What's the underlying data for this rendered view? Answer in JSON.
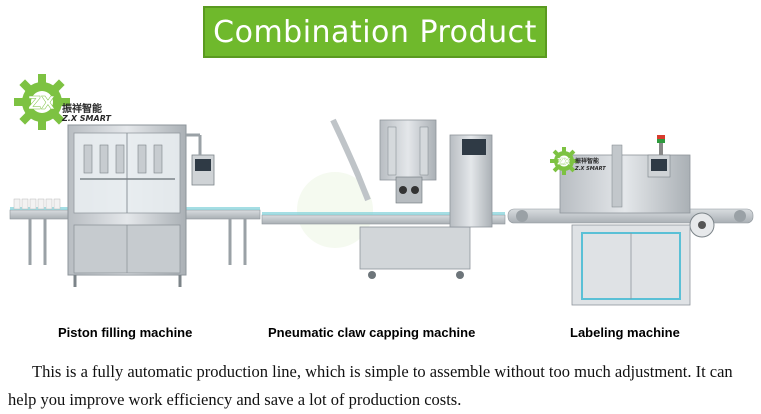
{
  "banner": {
    "title": "Combination Product",
    "color": "#6fb92c"
  },
  "logo_large": {
    "mark": "ZX",
    "cn": "振祥智能",
    "en": "Z.X SMART"
  },
  "logo_small": {
    "mark": "ZX",
    "cn": "振祥智能",
    "en": "Z.X SMART"
  },
  "machines": [
    {
      "label": "Piston filling machine"
    },
    {
      "label": "Pneumatic claw capping machine"
    },
    {
      "label": "Labeling machine"
    }
  ],
  "description": "This is a fully automatic production line, which is simple to assemble without too much adjustment. It can help you improve work efficiency and save a lot of production costs.",
  "colors": {
    "accent": "#6fb92c",
    "logo_green": "#7dc242",
    "steel": "#c9cdd1"
  }
}
